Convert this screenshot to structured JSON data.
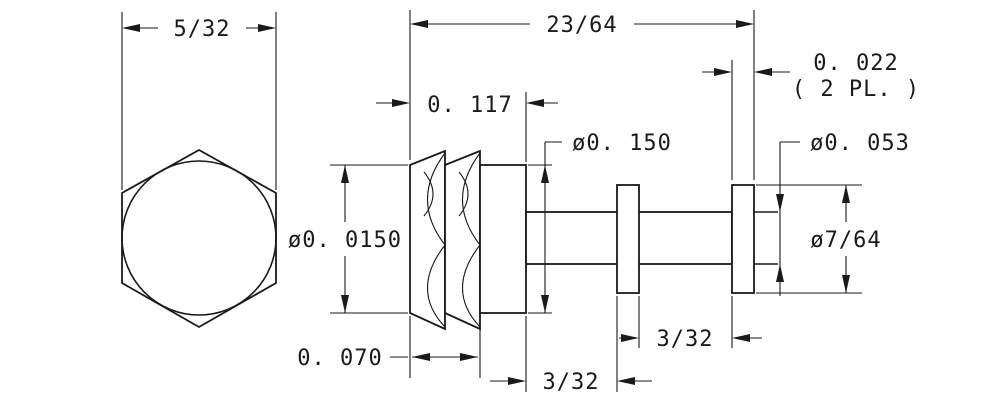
{
  "dimensions": {
    "hex_width": "5/32",
    "overall_length": "23/64",
    "flange_thickness_line1": "0. 022",
    "flange_thickness_line2": "( 2  PL. )",
    "head_length": "0. 117",
    "shank_diameter": "ø0. 150",
    "pin_diameter": "ø0. 053",
    "head_diameter": "ø0. 0150",
    "flange_diameter": "ø7/64",
    "knurl_length": "0. 070",
    "flange_spacing": "3/32",
    "collar_to_flange": "3/32"
  }
}
